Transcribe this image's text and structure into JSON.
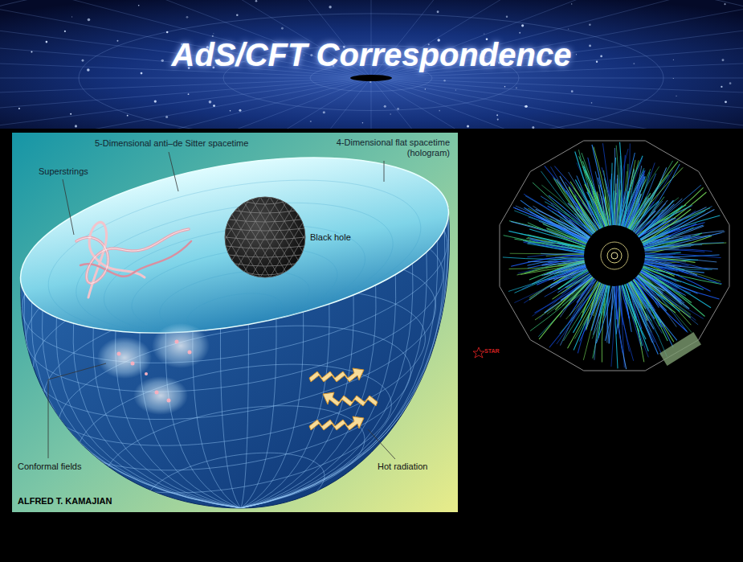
{
  "diagram": {
    "title": "AdS/CFT Correspondence",
    "labels": [
      "5-Dimensional anti–de Sitter spacetime",
      "4-Dimensional flat spacetime (hologram)",
      "Superstrings",
      "Black hole",
      "Conformal fields",
      "Hot radiation",
      "ALFRED T. KAMAJIAN",
      "STAR"
    ]
  }
}
